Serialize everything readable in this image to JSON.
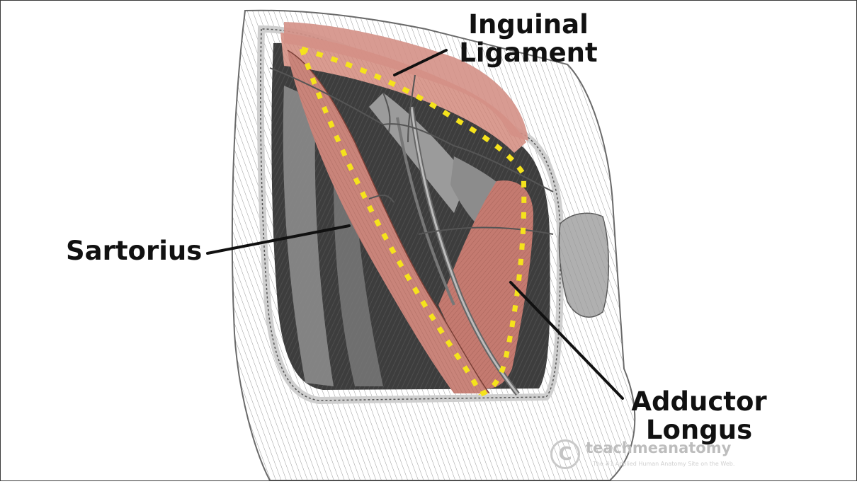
{
  "labels": {
    "inguinal_ligament": [
      "Inguinal",
      "Ligament"
    ],
    "sartorius": "Sartorius",
    "adductor_longus": [
      "Adductor",
      "Longus"
    ]
  },
  "watermark": {
    "symbol": "C",
    "brand": "teachmeanatomy",
    "tagline": "The #1 Applied Human Anatomy Site on the Web."
  },
  "colors": {
    "muscle": "#c9847a",
    "muscle_dark": "#a8655b",
    "ligament": "#d99b90",
    "outline_dots": "#f5e31c",
    "skin_shade": "#8a8a8a",
    "deep_shade": "#3d3d3d",
    "label_text": "#111111",
    "pointer_line": "#111111"
  }
}
